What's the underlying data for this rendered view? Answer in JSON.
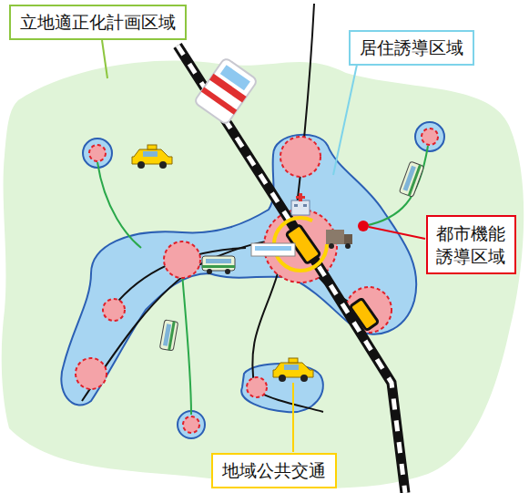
{
  "diagram": {
    "nodes": [
      {
        "text": [
          "立地適正化計画区域"
        ]
      },
      {
        "text": [
          "居住誘導区域"
        ]
      },
      {
        "text": [
          "都市機能 誘導区域"
        ]
      },
      {
        "text": [
          "地域公共交通"
        ]
      }
    ]
  }
}
